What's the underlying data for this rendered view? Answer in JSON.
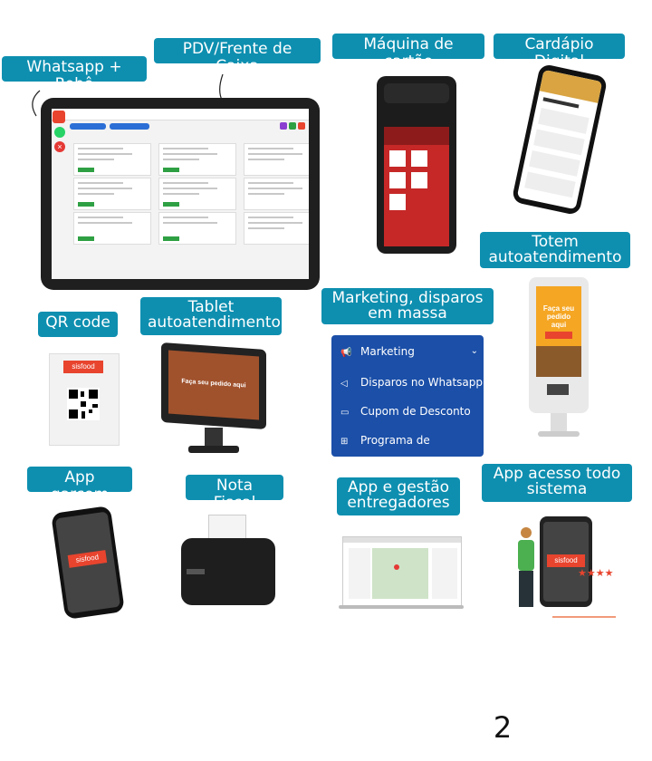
{
  "labels": {
    "whatsapp": "Whatsapp + Robô",
    "pdv": "PDV/Frente de Caixa",
    "maquina": "Máquina de cartão",
    "cardapio": "Cardápio Digital",
    "totem": [
      "Totem",
      "autoatendimento"
    ],
    "marketing": [
      "Marketing, disparos",
      "em massa"
    ],
    "tablet": [
      "Tablet",
      "autoatendimento"
    ],
    "qrcode": "QR code",
    "garcom": "App garçom",
    "nota": "Nota Fiscal",
    "entregadores": [
      "App e gestão",
      "entregadores"
    ],
    "acesso": [
      "App acesso todo",
      "sistema"
    ]
  },
  "marketing_menu": {
    "header": "Marketing",
    "items": [
      "Disparos no Whatsapp",
      "Cupom de Desconto",
      "Programa de Fidelidade"
    ]
  },
  "tablet_kiosk_text": [
    "Faça seu pedido aqui"
  ],
  "totem_text": [
    "Faça seu",
    "pedido aqui"
  ],
  "brand": "sisfood",
  "page_number": "2",
  "colors": {
    "label_bg": "#0e8fb0",
    "marketing_bg": "#1b4fa8",
    "brand_red": "#e8442e"
  }
}
